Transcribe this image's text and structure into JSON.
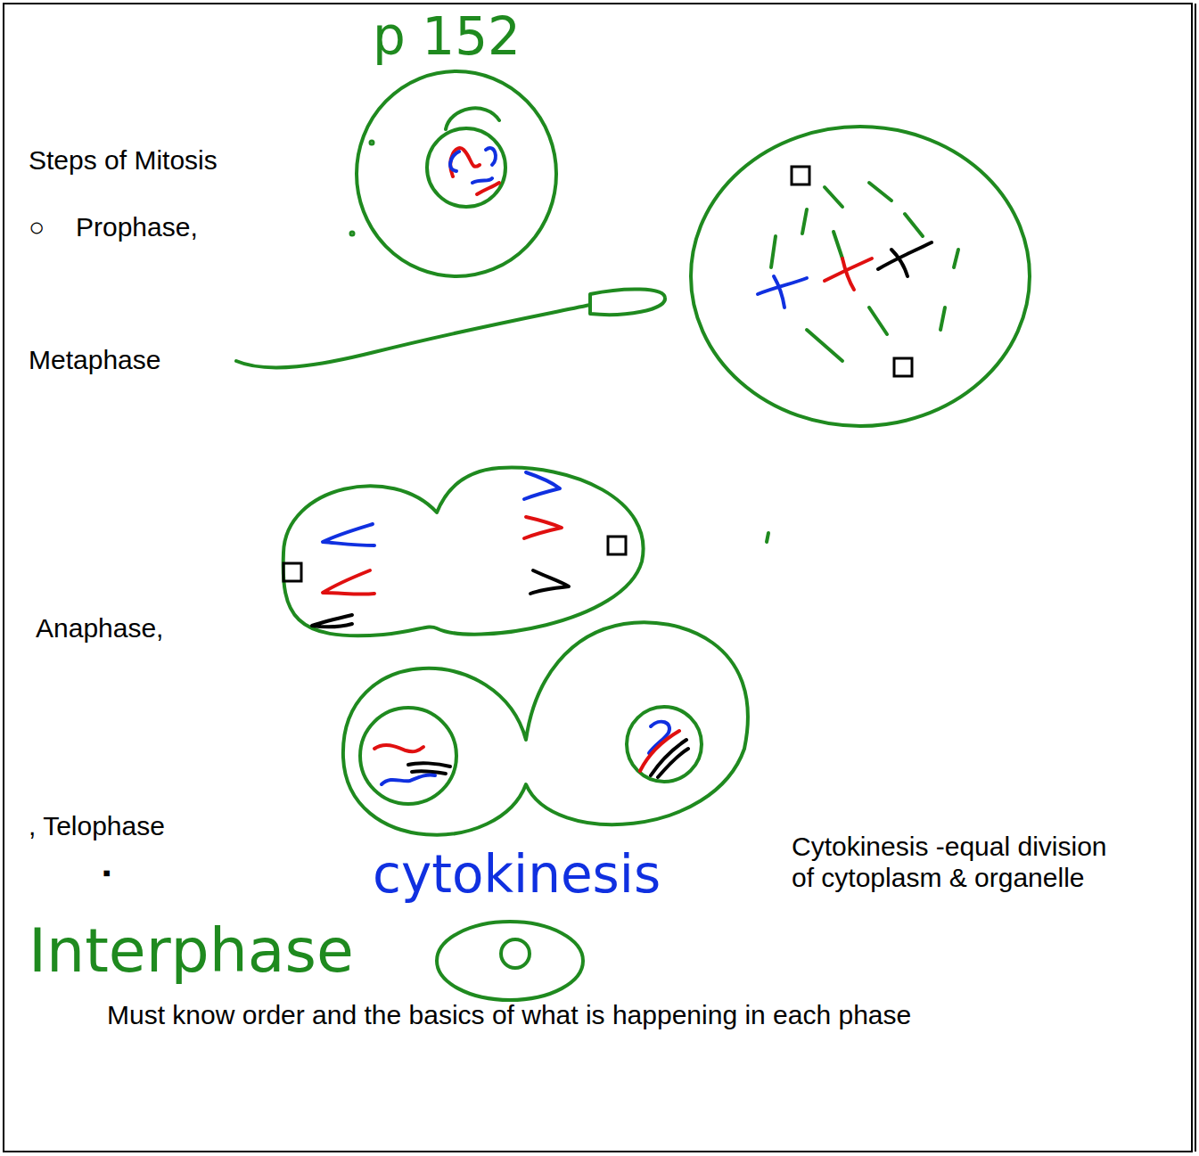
{
  "diagram": {
    "title": "Steps of Mitosis",
    "labels": [
      "p 152",
      "○",
      "Prophase,",
      "Metaphase",
      "Anaphase,",
      ", Telophase",
      "▪",
      "cytokinesis",
      "Cytokinesis -equal division of cytoplasm & organelle",
      "Interphase",
      "Must know order and the basics of what is happening in each phase"
    ]
  }
}
